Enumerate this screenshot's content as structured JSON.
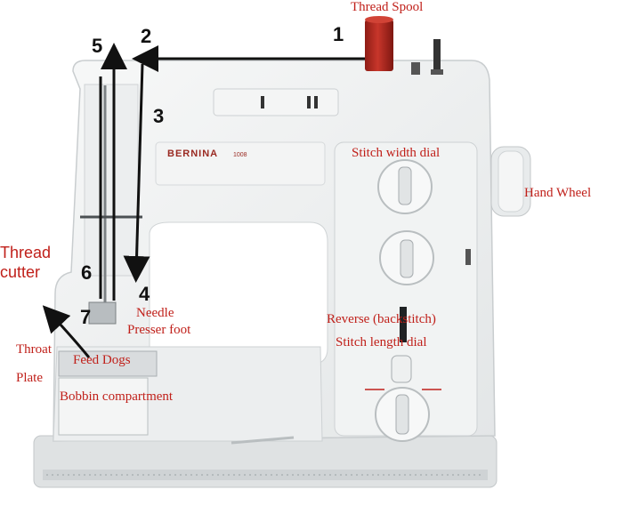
{
  "labels": {
    "thread_spool": "Thread Spool",
    "stitch_width_dial": "Stitch width dial",
    "hand_wheel": "Hand Wheel",
    "thread_cutter": "Thread cutter",
    "needle": "Needle",
    "presser_foot": "Presser foot",
    "throat_plate": "Throat Plate",
    "feed_dogs": "Feed Dogs",
    "bobbin_compartment": "Bobbin compartment",
    "reverse": "Reverse (backstitch)",
    "stitch_length_dial": "Stitch length dial"
  },
  "steps": {
    "s1": "1",
    "s2": "2",
    "s3": "3",
    "s4": "4",
    "s5": "5",
    "s6": "6",
    "s7": "7"
  },
  "machine": {
    "brand": "BERNINA",
    "model": "1008"
  },
  "colors": {
    "label": "#c0201a",
    "arrow": "#111111",
    "body": "#eef0f0",
    "spool": "#b4281f"
  }
}
